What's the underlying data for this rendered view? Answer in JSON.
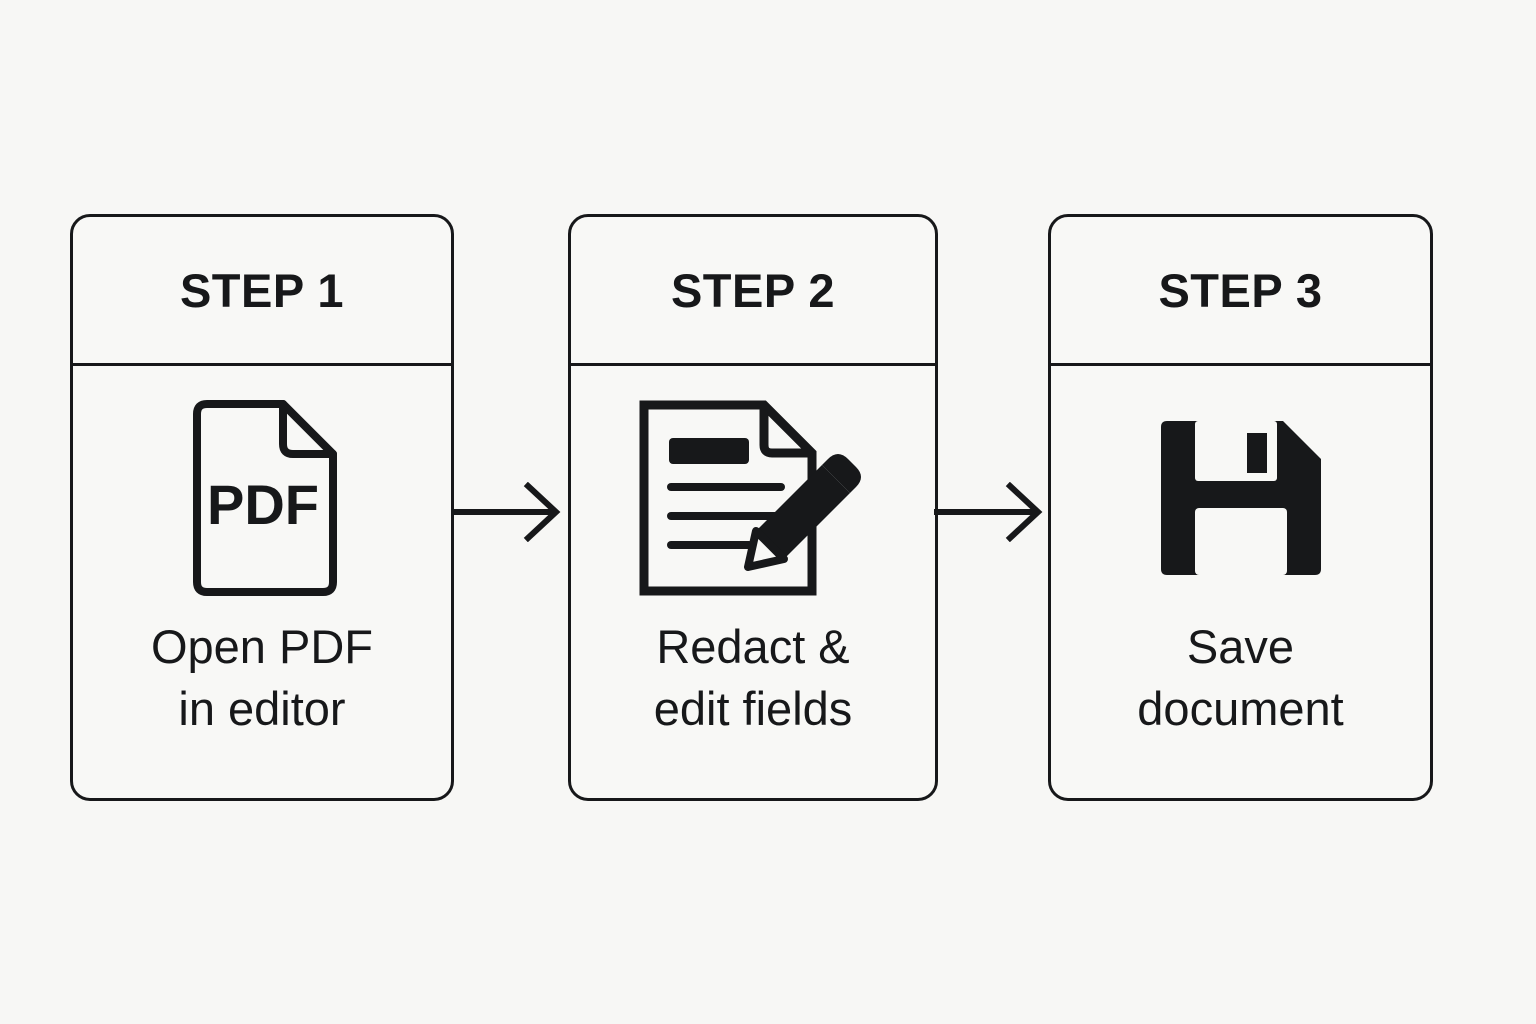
{
  "canvas": {
    "background_color": "#F7F7F5",
    "ink_color": "#17181A"
  },
  "diagram": {
    "type": "process-flow",
    "orientation": "horizontal",
    "step_count": 3,
    "steps": [
      {
        "header": "STEP 1",
        "caption": "Open PDF\nin editor",
        "icon": "pdf-file-icon",
        "icon_label": "PDF"
      },
      {
        "header": "STEP 2",
        "caption": "Redact &\nedit fields",
        "icon": "document-redact-edit-icon",
        "icon_label": ""
      },
      {
        "header": "STEP 3",
        "caption": "Save\ndocument",
        "icon": "floppy-disk-save-icon",
        "icon_label": ""
      }
    ],
    "connectors": [
      {
        "from": "STEP 1",
        "to": "STEP 2",
        "kind": "arrow-right"
      },
      {
        "from": "STEP 2",
        "to": "STEP 3",
        "kind": "arrow-right"
      }
    ]
  }
}
